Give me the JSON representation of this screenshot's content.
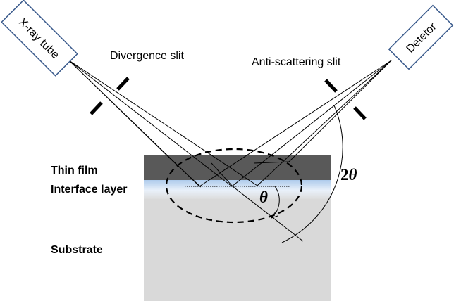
{
  "diagram": {
    "source_label": "X-ray tube",
    "detector_label": "Detetor",
    "divergence_slit_label": "Divergence slit",
    "anti_scatter_slit_label": "Anti-scattering slit",
    "layers": {
      "thin_film": "Thin film",
      "interface": "Interface layer",
      "substrate": "Substrate"
    },
    "angle_symbol": "θ",
    "double_angle_prefix": "2",
    "double_angle_symbol": "θ",
    "colors": {
      "thin_film": "#595959",
      "interface": "#c9dff3",
      "substrate": "#d9d9d9",
      "box_border": "#3a5a8c",
      "lines": "#000000"
    }
  }
}
